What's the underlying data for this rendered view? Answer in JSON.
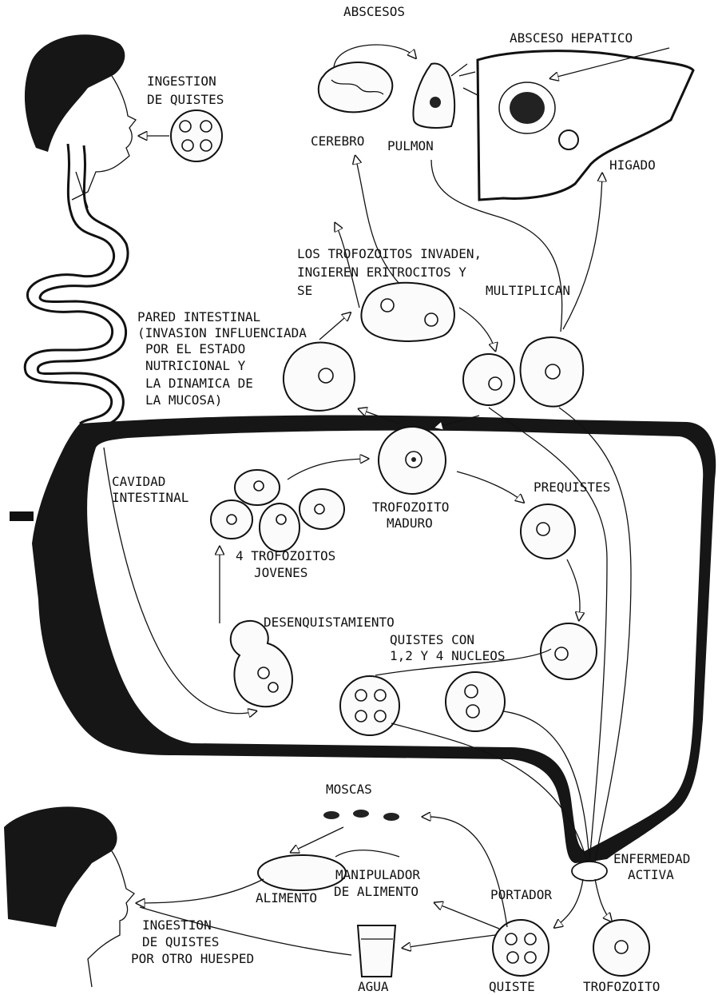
{
  "labels": {
    "abscesos": "ABSCESOS",
    "absceso_hepatico": "ABSCESO HEPATICO",
    "ingestion_quistes_line1": "INGESTION",
    "ingestion_quistes_line2": "DE QUISTES",
    "cerebro": "CEREBRO",
    "pulmon": "PULMON",
    "higado": "HIGADO",
    "trofozoitos_invaden_line1": "LOS TROFOZOITOS INVADEN,",
    "trofozoitos_invaden_line2": "INGIEREN ERITROCITOS Y",
    "trofozoitos_invaden_line3a": "SE",
    "trofozoitos_invaden_line3b": "MULTIPLICAN",
    "pared_line1": "PARED INTESTINAL",
    "pared_line2": "(INVASION INFLUENCIADA",
    "pared_line3": "POR EL ESTADO",
    "pared_line4": "NUTRICIONAL Y",
    "pared_line5": "LA DINAMICA DE",
    "pared_line6": "LA MUCOSA)",
    "cavidad_line1": "CAVIDAD",
    "cavidad_line2": "INTESTINAL",
    "trofozoito_maduro_line1": "TROFOZOITO",
    "trofozoito_maduro_line2": "MADURO",
    "prequistes": "PREQUISTES",
    "trofozoitos_jovenes_line1": "4  TROFOZOITOS",
    "trofozoitos_jovenes_line2": "JOVENES",
    "desenquistamiento": "DESENQUISTAMIENTO",
    "quistes_con_line1": "QUISTES CON",
    "quistes_con_line2": "1,2 Y 4 NUCLEOS",
    "moscas": "MOSCAS",
    "enfermedad_line1": "ENFERMEDAD",
    "enfermedad_line2": "ACTIVA",
    "manipulador_line1": "MANIPULADOR",
    "manipulador_line2": "DE ALIMENTO",
    "alimento": "ALIMENTO",
    "portador": "PORTADOR",
    "ingestion_otro_line1": "INGESTION",
    "ingestion_otro_line2": "DE QUISTES",
    "ingestion_otro_line3": "POR OTRO HUESPED",
    "agua": "AGUA",
    "quiste": "QUISTE",
    "trofozoito": "TROFOZOITO"
  }
}
